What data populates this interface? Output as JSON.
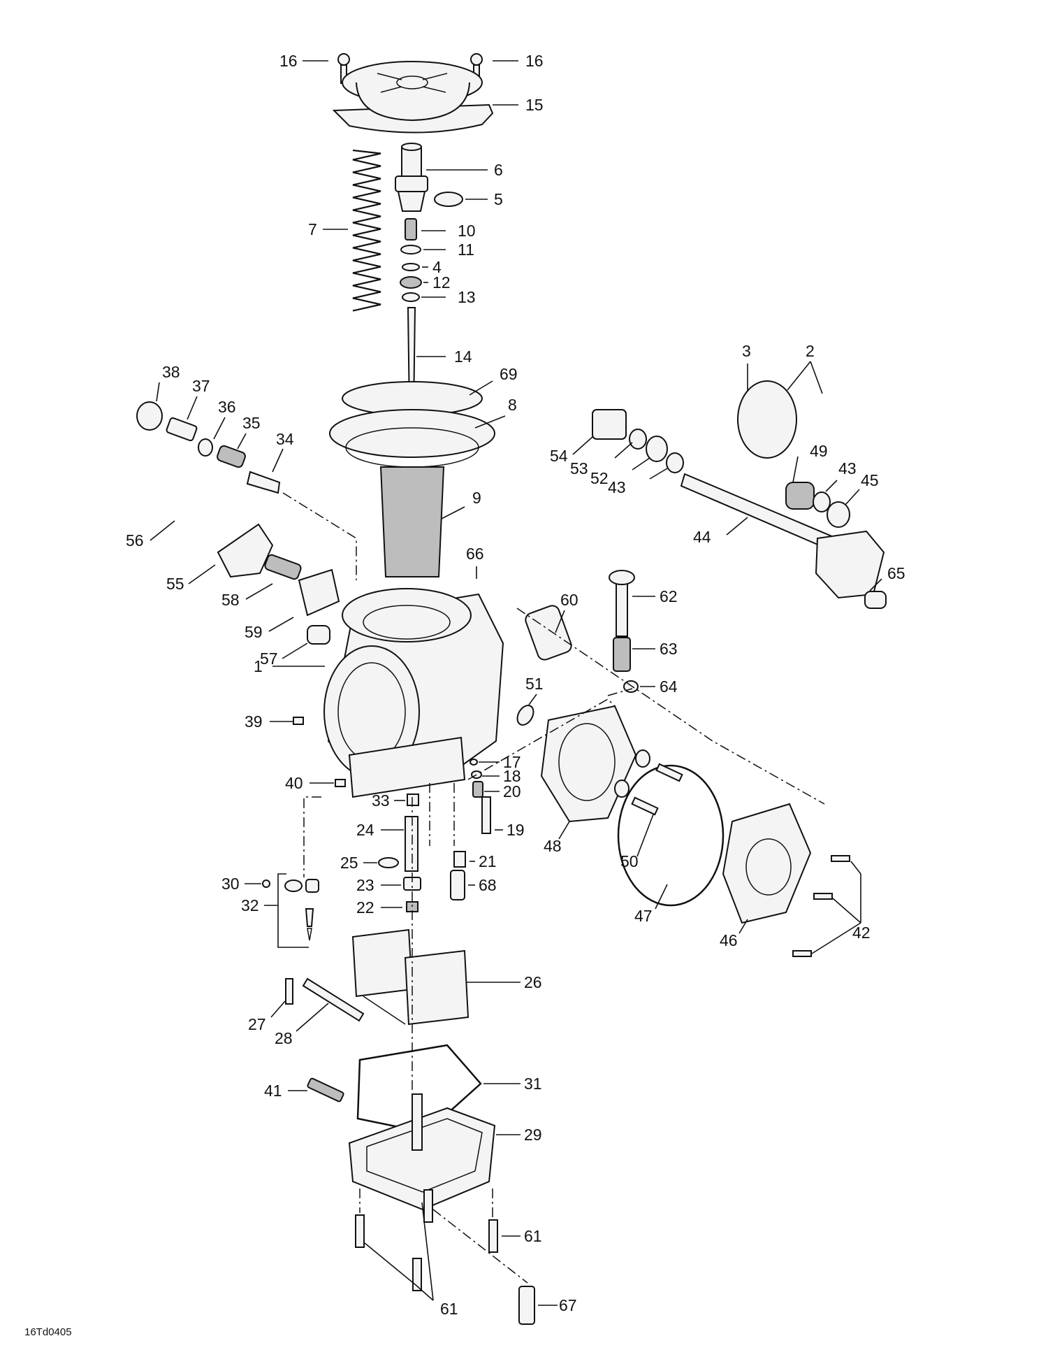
{
  "diagram": {
    "reference_code": "16Td0405",
    "callouts": [
      {
        "id": "c16a",
        "text": "16"
      },
      {
        "id": "c16b",
        "text": "16"
      },
      {
        "id": "c15",
        "text": "15"
      },
      {
        "id": "c6",
        "text": "6"
      },
      {
        "id": "c5",
        "text": "5"
      },
      {
        "id": "c7",
        "text": "7"
      },
      {
        "id": "c10",
        "text": "10"
      },
      {
        "id": "c11",
        "text": "11"
      },
      {
        "id": "c4",
        "text": "4"
      },
      {
        "id": "c12",
        "text": "12"
      },
      {
        "id": "c13",
        "text": "13"
      },
      {
        "id": "c14",
        "text": "14"
      },
      {
        "id": "c69",
        "text": "69"
      },
      {
        "id": "c8",
        "text": "8"
      },
      {
        "id": "c9",
        "text": "9"
      },
      {
        "id": "c38",
        "text": "38"
      },
      {
        "id": "c37",
        "text": "37"
      },
      {
        "id": "c36",
        "text": "36"
      },
      {
        "id": "c35",
        "text": "35"
      },
      {
        "id": "c34",
        "text": "34"
      },
      {
        "id": "c56",
        "text": "56"
      },
      {
        "id": "c55",
        "text": "55"
      },
      {
        "id": "c58",
        "text": "58"
      },
      {
        "id": "c59",
        "text": "59"
      },
      {
        "id": "c57",
        "text": "57"
      },
      {
        "id": "c66",
        "text": "66"
      },
      {
        "id": "c60",
        "text": "60"
      },
      {
        "id": "c1",
        "text": "1"
      },
      {
        "id": "c39",
        "text": "39"
      },
      {
        "id": "c40",
        "text": "40"
      },
      {
        "id": "c3",
        "text": "3"
      },
      {
        "id": "c2",
        "text": "2"
      },
      {
        "id": "c54",
        "text": "54"
      },
      {
        "id": "c53",
        "text": "53"
      },
      {
        "id": "c52",
        "text": "52"
      },
      {
        "id": "c43a",
        "text": "43"
      },
      {
        "id": "c49",
        "text": "49"
      },
      {
        "id": "c43b",
        "text": "43"
      },
      {
        "id": "c45",
        "text": "45"
      },
      {
        "id": "c44",
        "text": "44"
      },
      {
        "id": "c65",
        "text": "65"
      },
      {
        "id": "c62",
        "text": "62"
      },
      {
        "id": "c63",
        "text": "63"
      },
      {
        "id": "c64",
        "text": "64"
      },
      {
        "id": "c51",
        "text": "51"
      },
      {
        "id": "c17",
        "text": "17"
      },
      {
        "id": "c18",
        "text": "18"
      },
      {
        "id": "c20",
        "text": "20"
      },
      {
        "id": "c19",
        "text": "19"
      },
      {
        "id": "c33",
        "text": "33"
      },
      {
        "id": "c24",
        "text": "24"
      },
      {
        "id": "c25",
        "text": "25"
      },
      {
        "id": "c21",
        "text": "21"
      },
      {
        "id": "c23",
        "text": "23"
      },
      {
        "id": "c68",
        "text": "68"
      },
      {
        "id": "c22",
        "text": "22"
      },
      {
        "id": "c30",
        "text": "30"
      },
      {
        "id": "c32",
        "text": "32"
      },
      {
        "id": "c48",
        "text": "48"
      },
      {
        "id": "c50",
        "text": "50"
      },
      {
        "id": "c47",
        "text": "47"
      },
      {
        "id": "c46",
        "text": "46"
      },
      {
        "id": "c42",
        "text": "42"
      },
      {
        "id": "c26",
        "text": "26"
      },
      {
        "id": "c27",
        "text": "27"
      },
      {
        "id": "c28",
        "text": "28"
      },
      {
        "id": "c31",
        "text": "31"
      },
      {
        "id": "c41",
        "text": "41"
      },
      {
        "id": "c29",
        "text": "29"
      },
      {
        "id": "c61a",
        "text": "61"
      },
      {
        "id": "c61b",
        "text": "61"
      },
      {
        "id": "c67",
        "text": "67"
      }
    ]
  }
}
